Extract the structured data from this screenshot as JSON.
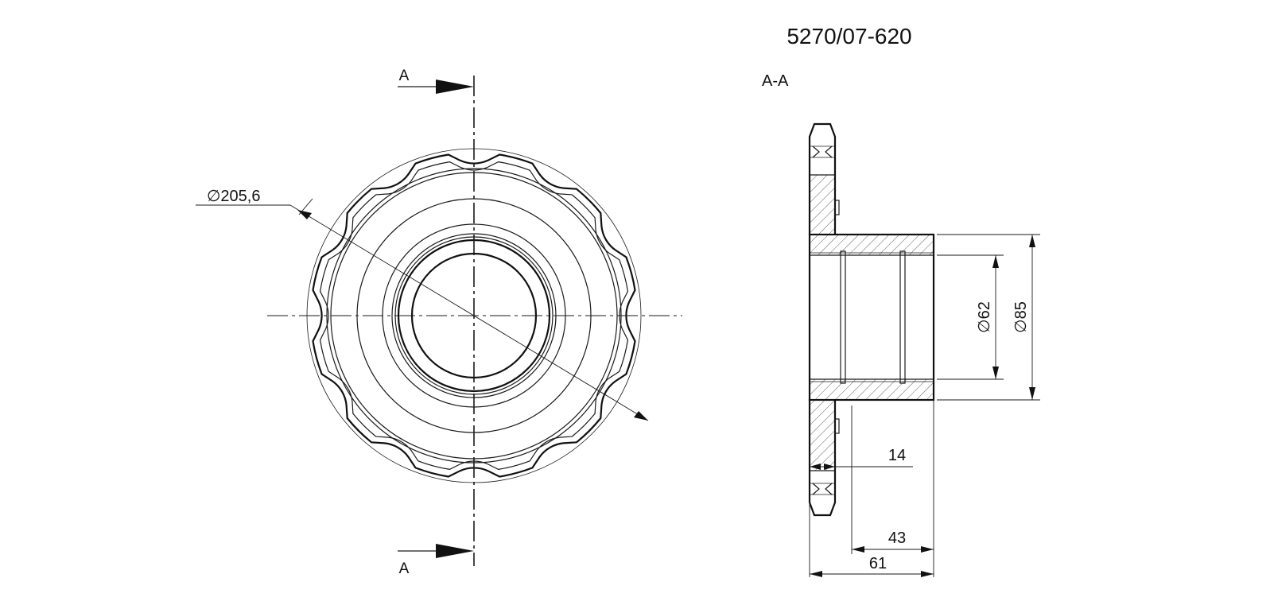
{
  "drawing": {
    "part_number": "5270/07-620",
    "section_label": "A-A",
    "cut_marker_top": "A",
    "cut_marker_bottom": "A",
    "dim_outer_diameter": "205,6",
    "dim_bore": "62",
    "dim_hub_diameter": "85",
    "dim_plate": "14",
    "dim_hub_offset": "43",
    "dim_total_width": "61",
    "diameter_symbol": "∅",
    "teeth": 12
  }
}
